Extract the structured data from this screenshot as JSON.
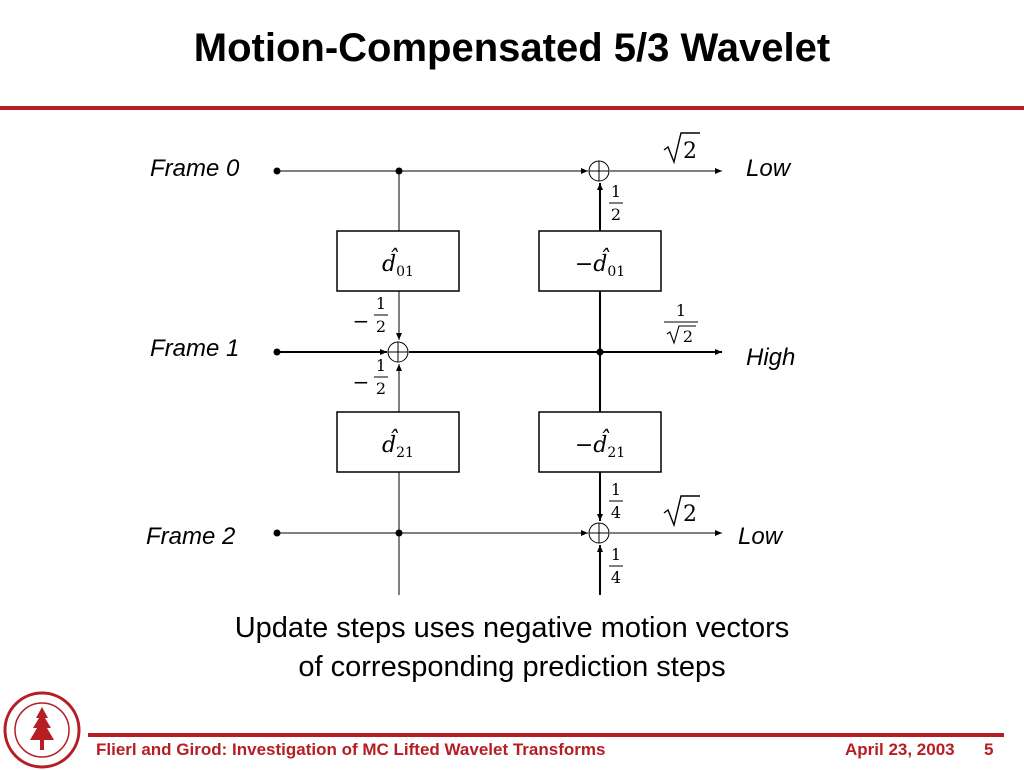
{
  "title": "Motion-Compensated 5/3 Wavelet",
  "diagram": {
    "inputs": [
      "Frame 0",
      "Frame 1",
      "Frame 2"
    ],
    "outputs": [
      "Low",
      "High",
      "Low"
    ],
    "blocks": {
      "d01": {
        "label": "d̂",
        "sub": "01"
      },
      "neg_d01": {
        "label": "−d̂",
        "sub": "01"
      },
      "d21": {
        "label": "d̂",
        "sub": "21"
      },
      "neg_d21": {
        "label": "−d̂",
        "sub": "21"
      }
    },
    "coefficients": {
      "minus_sign": "−",
      "half_num": "1",
      "half_den": "2",
      "quarter_num": "1",
      "quarter_den": "4",
      "sqrt2_radicand": "2",
      "inv_sqrt2_num": "1",
      "inv_sqrt2_den": "2"
    }
  },
  "caption": [
    "Update steps uses negative motion vectors",
    "of corresponding prediction steps"
  ],
  "footer": {
    "left": "Flierl and Girod: Investigation of MC Lifted Wavelet Transforms",
    "date": "April 23, 2003",
    "page": "5"
  },
  "colors": {
    "accent": "#b41e24"
  }
}
